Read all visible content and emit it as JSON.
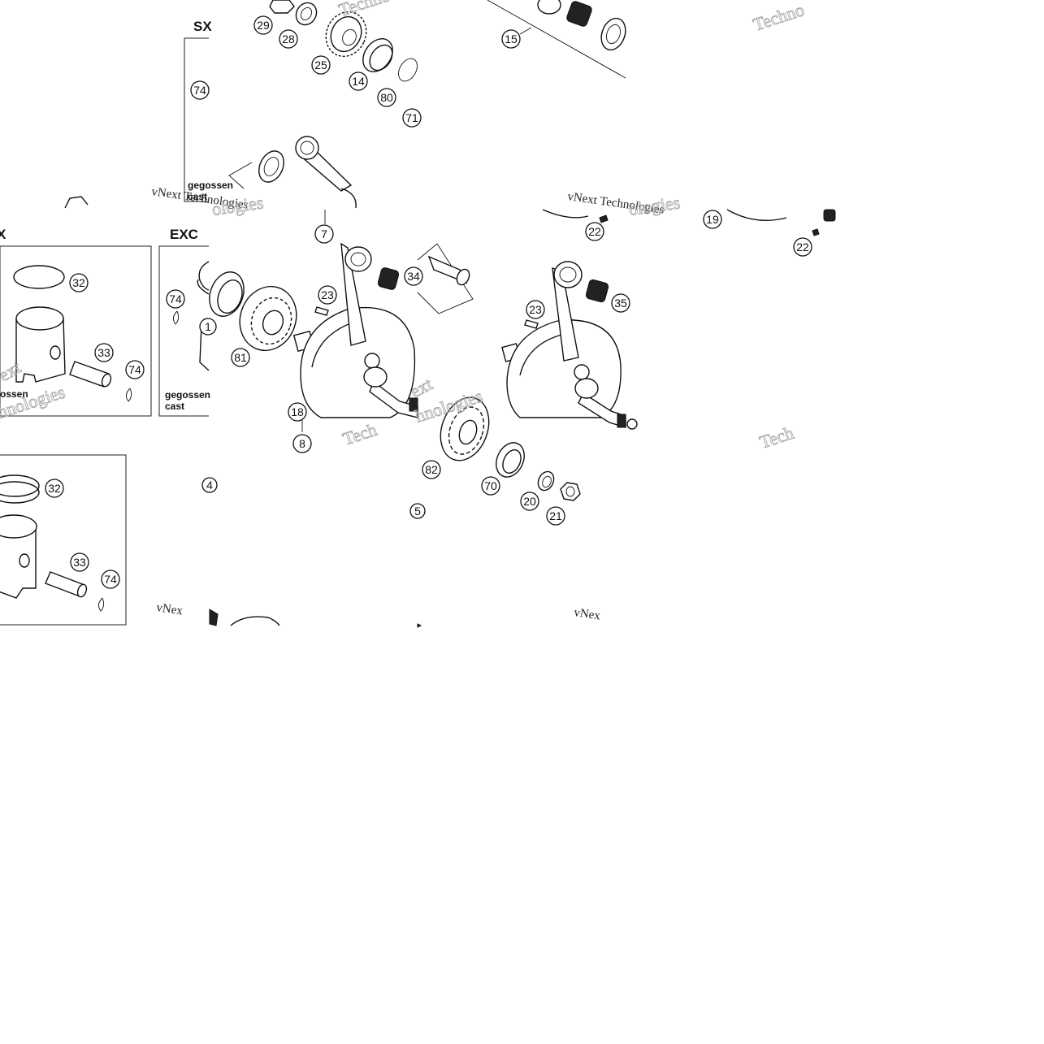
{
  "variant_labels": {
    "sx": "SX",
    "exc": "EXC",
    "left_partial": "X"
  },
  "notes": {
    "cast_de_1": "gegossen",
    "cast_en_1": "cast",
    "cast_de_2": "gegossen",
    "cast_en_2": "cast",
    "cast_de_3": "ossen"
  },
  "watermarks": {
    "brand_full": "vNext Technologies",
    "brand_prefix": "vNext",
    "brand_tech": "Techno",
    "brand_tech_short": "Tech",
    "brand_tail": "ologies",
    "brand_tail_2": "hnologies",
    "brand_frag": "ext",
    "brand_frag_2": "vNex"
  },
  "callouts": {
    "c29": "29",
    "c28": "28",
    "c25": "25",
    "c14": "14",
    "c80": "80",
    "c71": "71",
    "c15": "15",
    "c74a": "74",
    "c7": "7",
    "c22a": "22",
    "c19": "19",
    "c22b": "22",
    "c32a": "32",
    "c33a": "33",
    "c74b": "74",
    "c74c": "74",
    "c23a": "23",
    "c34": "34",
    "c81": "81",
    "c18": "18",
    "c8": "8",
    "c23b": "23",
    "c35": "35",
    "c82": "82",
    "c70": "70",
    "c20": "20",
    "c21": "21",
    "c32b": "32",
    "c33b": "33",
    "c74d": "74",
    "c1p": "1",
    "c4p": "4",
    "c5p": "5"
  }
}
